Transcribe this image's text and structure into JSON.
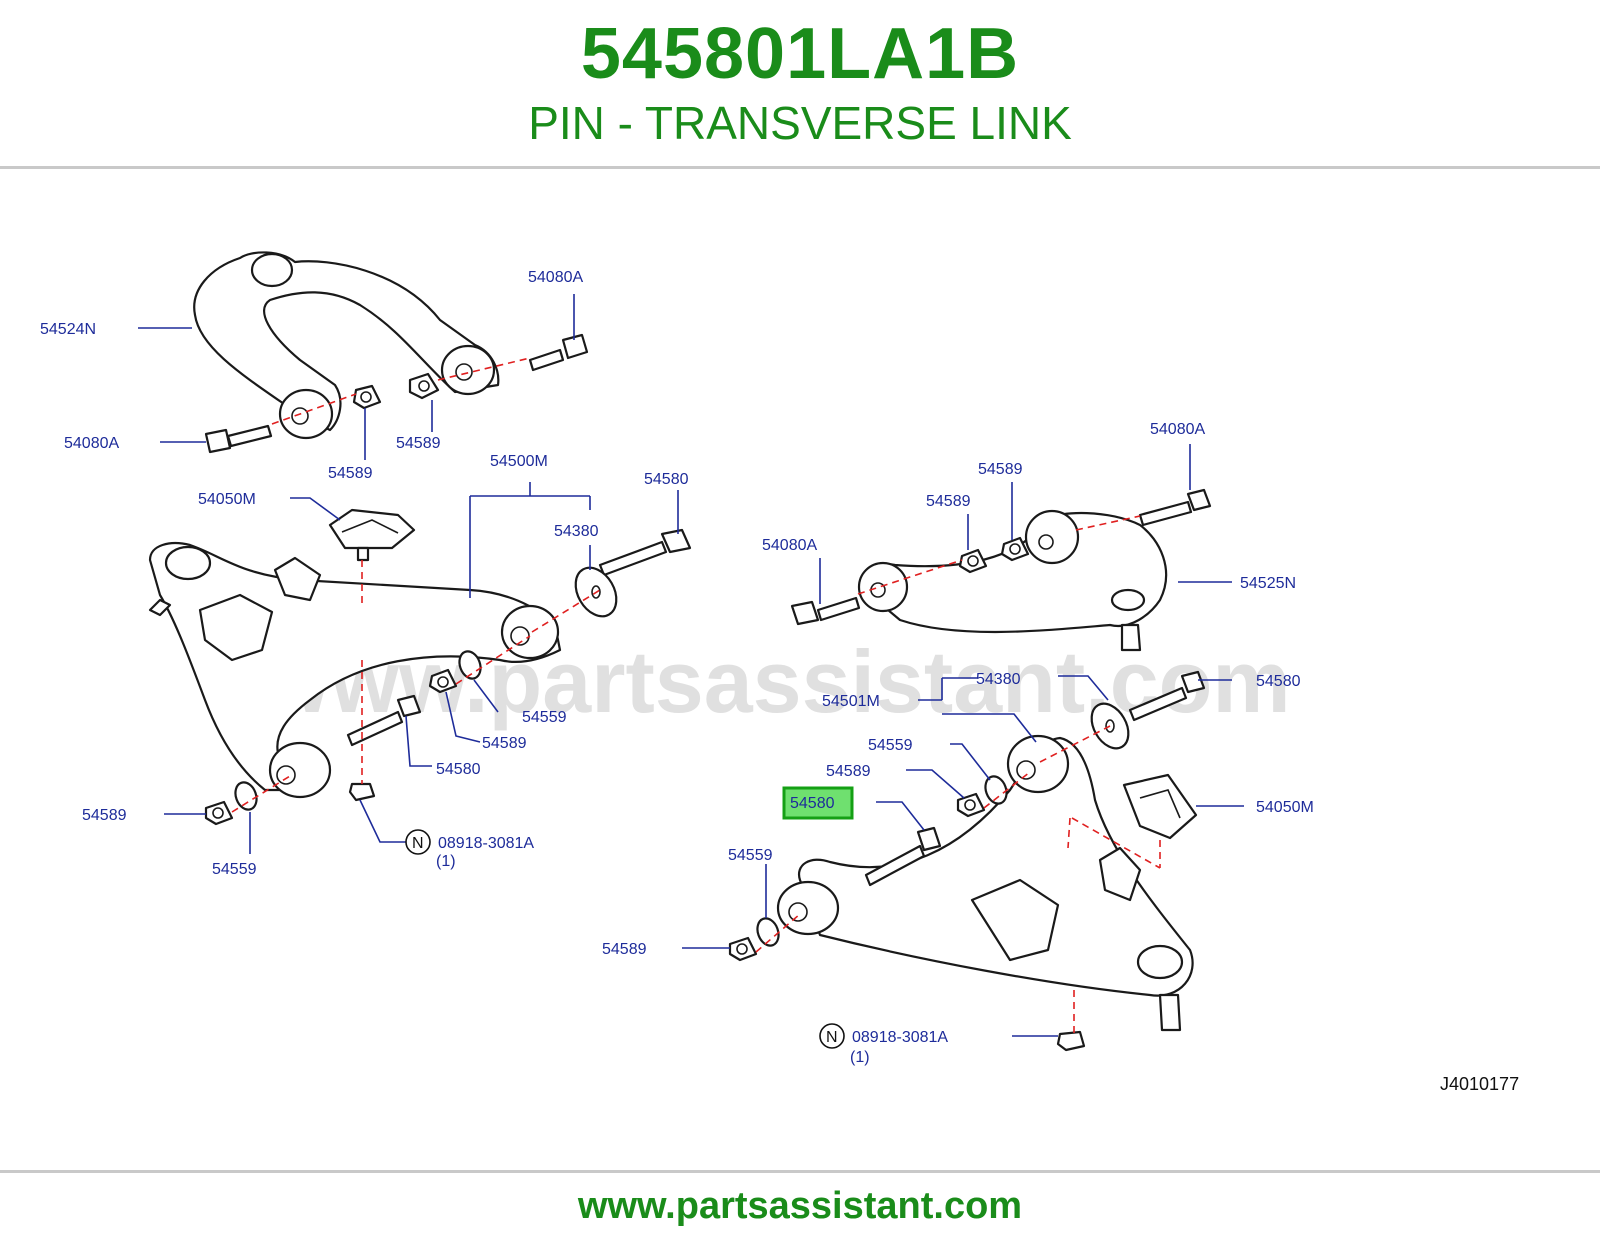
{
  "header": {
    "part_number": "545801LA1B",
    "part_name": "PIN - TRANSVERSE LINK"
  },
  "watermark": "www.partsassistant.com",
  "footer": {
    "url": "www.partsassistant.com"
  },
  "diagram": {
    "ref_code": "J4010177",
    "highlighted_label": "54580",
    "labels": {
      "l01": "54524N",
      "l02": "54080A",
      "l03": "54080A",
      "l04": "54589",
      "l05": "54589",
      "l06": "54500M",
      "l07": "54050M",
      "l08": "54580",
      "l09": "54380",
      "l10": "54559",
      "l11": "54589",
      "l12": "54580",
      "l13": "54589",
      "l14": "54559",
      "l15": "08918-3081A",
      "l16": "(1)",
      "l17": "54080A",
      "l18": "54589",
      "l19": "54589",
      "l20": "54080A",
      "l21": "54525N",
      "l22": "54380",
      "l23": "54580",
      "l24": "54501M",
      "l25": "54559",
      "l26": "54589",
      "l27": "54050M",
      "l28": "54559",
      "l29": "54589",
      "l30": "08918-3081A",
      "l31": "(1)"
    },
    "nut_symbol": "N"
  },
  "colors": {
    "green": "#1a8c1a",
    "label_blue": "#1e2c9a",
    "axis_red": "#e02020",
    "highlight": "#6fe06f"
  }
}
